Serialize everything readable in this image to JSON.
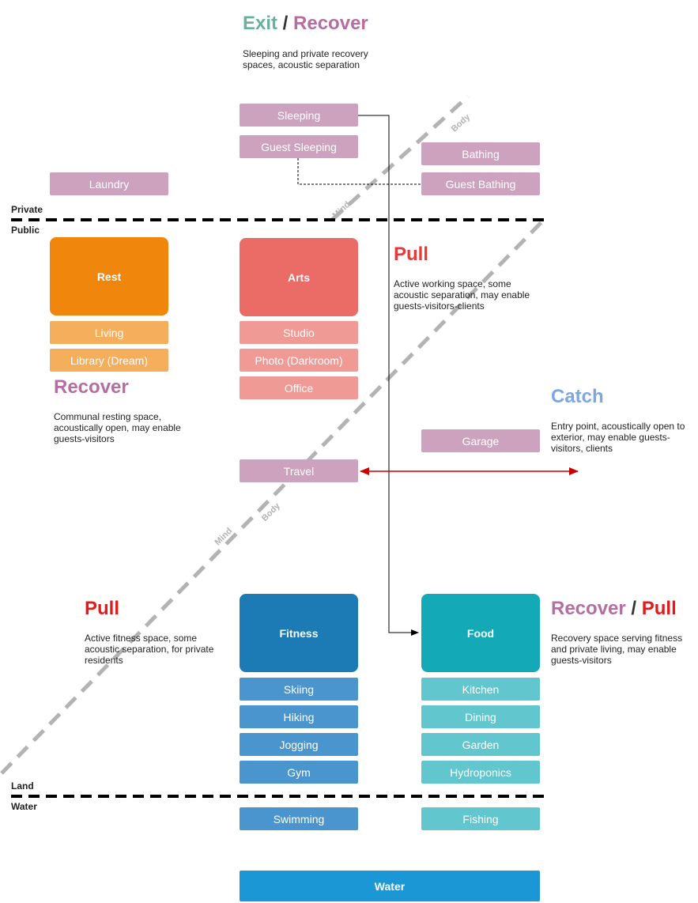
{
  "zones": {
    "private": "Private",
    "public": "Public",
    "land": "Land",
    "water": "Water"
  },
  "diagonals": {
    "upper_body": "Body",
    "upper_mind": "Mind",
    "lower_body": "Body",
    "lower_mind": "Mind"
  },
  "headings": {
    "exit_recover": {
      "part1": "Exit",
      "sep": " / ",
      "part2": "Recover",
      "desc": "Sleeping and private recovery spaces, acoustic separation"
    },
    "pull_arts": {
      "text": "Pull",
      "desc": "Active working space, some acoustic separation, may enable guests-visitors-clients"
    },
    "recover_rest": {
      "text": "Recover",
      "desc": "Communal resting space, acoustically open, may enable guests-visitors"
    },
    "catch": {
      "text": "Catch",
      "desc": "Entry point, acoustically open to exterior, may enable guests-visitors, clients"
    },
    "pull_fitness": {
      "text": "Pull",
      "desc": "Active fitness space, some acoustic separation, for private residents"
    },
    "recover_pull": {
      "part1": "Recover",
      "sep": " / ",
      "part2": "Pull",
      "desc": "Recovery space serving fitness and private living, may enable guests-visitors"
    }
  },
  "boxes": {
    "sleeping": "Sleeping",
    "guest_sleeping": "Guest Sleeping",
    "bathing": "Bathing",
    "guest_bathing": "Guest Bathing",
    "laundry": "Laundry",
    "rest": "Rest",
    "living": "Living",
    "library": "Library (Dream)",
    "arts": "Arts",
    "studio": "Studio",
    "photo": "Photo (Darkroom)",
    "office": "Office",
    "garage": "Garage",
    "travel": "Travel",
    "fitness": "Fitness",
    "skiing": "Skiing",
    "hiking": "Hiking",
    "jogging": "Jogging",
    "gym": "Gym",
    "food": "Food",
    "kitchen": "Kitchen",
    "dining": "Dining",
    "garden": "Garden",
    "hydroponics": "Hydroponics",
    "swimming": "Swimming",
    "fishing": "Fishing",
    "water": "Water"
  },
  "colors": {
    "exit": "#6ab0a0",
    "recover": "#b46fa0",
    "pull": "#e31a1c",
    "catch": "#7ea6e0",
    "arrow": "#cc0000",
    "divider": "#000000",
    "diagonal": "#b3b3b3"
  }
}
